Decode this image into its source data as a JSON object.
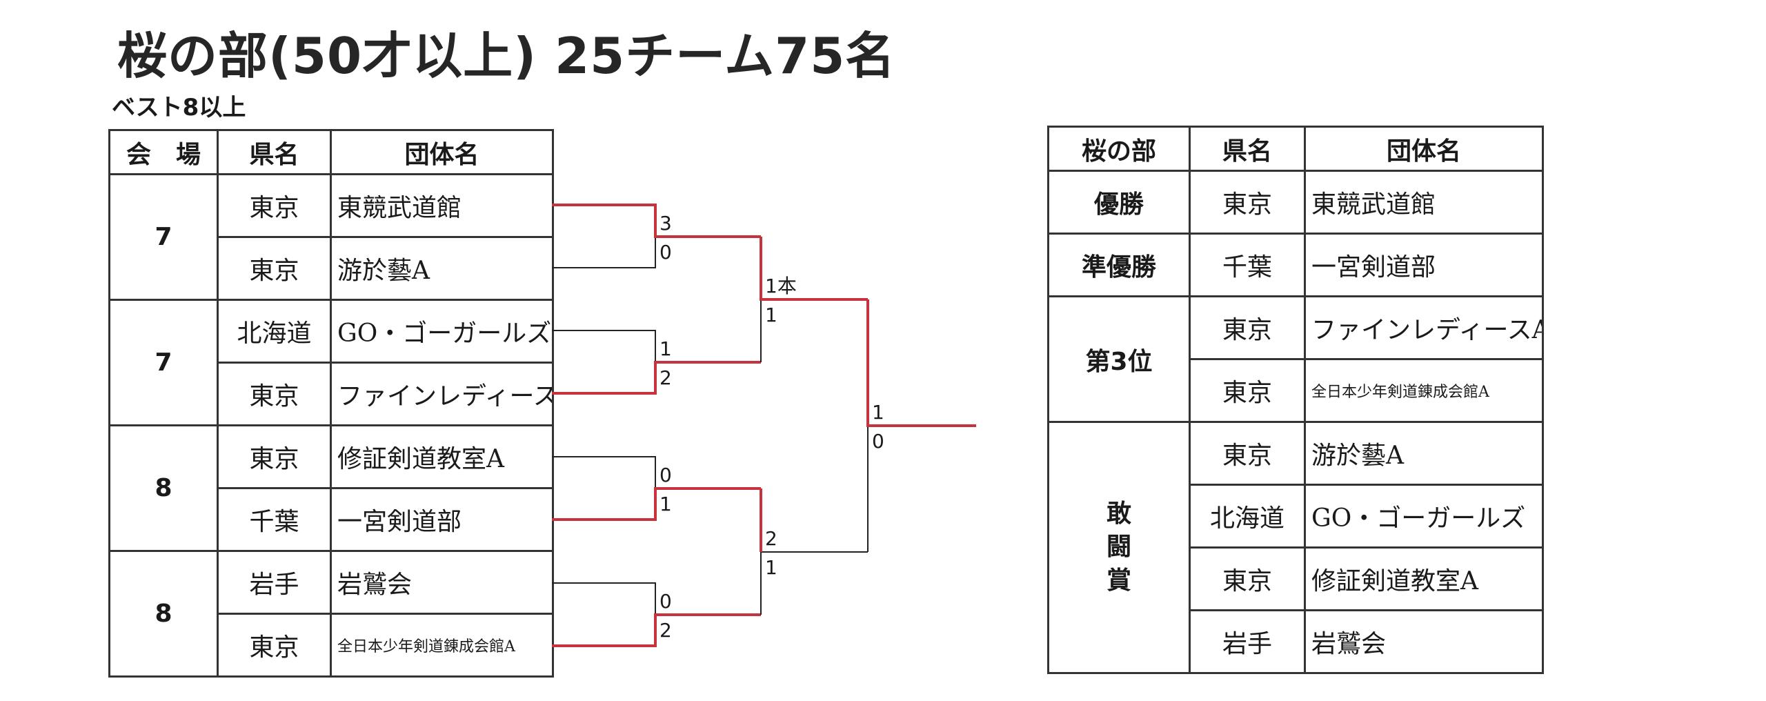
{
  "title": "桜の部(50才以上) 25チーム75名",
  "subtitle": "ベスト8以上",
  "left_table": {
    "headers": [
      "会　場",
      "県名",
      "団体名"
    ],
    "venues": [
      "7",
      "7",
      "8",
      "8"
    ],
    "rows": [
      {
        "pref": "東京",
        "team": "東競武道館"
      },
      {
        "pref": "東京",
        "team": "游於藝A"
      },
      {
        "pref": "北海道",
        "team": "GO・ゴーガールズ"
      },
      {
        "pref": "東京",
        "team": "ファインレディースA"
      },
      {
        "pref": "東京",
        "team": "修証剣道教室A"
      },
      {
        "pref": "千葉",
        "team": "一宮剣道部"
      },
      {
        "pref": "岩手",
        "team": "岩鷲会"
      },
      {
        "pref": "東京",
        "team": "全日本少年剣道錬成会館A"
      }
    ]
  },
  "bracket": {
    "r1_scores": [
      "3",
      "0",
      "1",
      "2",
      "0",
      "1",
      "0",
      "2"
    ],
    "r2_scores": [
      "1本",
      "1",
      "2",
      "1"
    ],
    "final_scores": [
      "1",
      "0"
    ],
    "win_color": "#c8323c",
    "line_color": "#222222"
  },
  "right_table": {
    "headers": [
      "桜の部",
      "県名",
      "団体名"
    ],
    "champion": {
      "label": "優勝",
      "pref": "東京",
      "team": "東競武道館"
    },
    "runner_up": {
      "label": "準優勝",
      "pref": "千葉",
      "team": "一宮剣道部"
    },
    "third": {
      "label": "第3位",
      "rows": [
        {
          "pref": "東京",
          "team": "ファインレディースA"
        },
        {
          "pref": "東京",
          "team": "全日本少年剣道錬成会館A"
        }
      ]
    },
    "fighting_spirit": {
      "label_chars": [
        "敢",
        "闘",
        "賞"
      ],
      "rows": [
        {
          "pref": "東京",
          "team": "游於藝A"
        },
        {
          "pref": "北海道",
          "team": "GO・ゴーガールズ"
        },
        {
          "pref": "東京",
          "team": "修証剣道教室A"
        },
        {
          "pref": "岩手",
          "team": "岩鷲会"
        }
      ]
    }
  }
}
